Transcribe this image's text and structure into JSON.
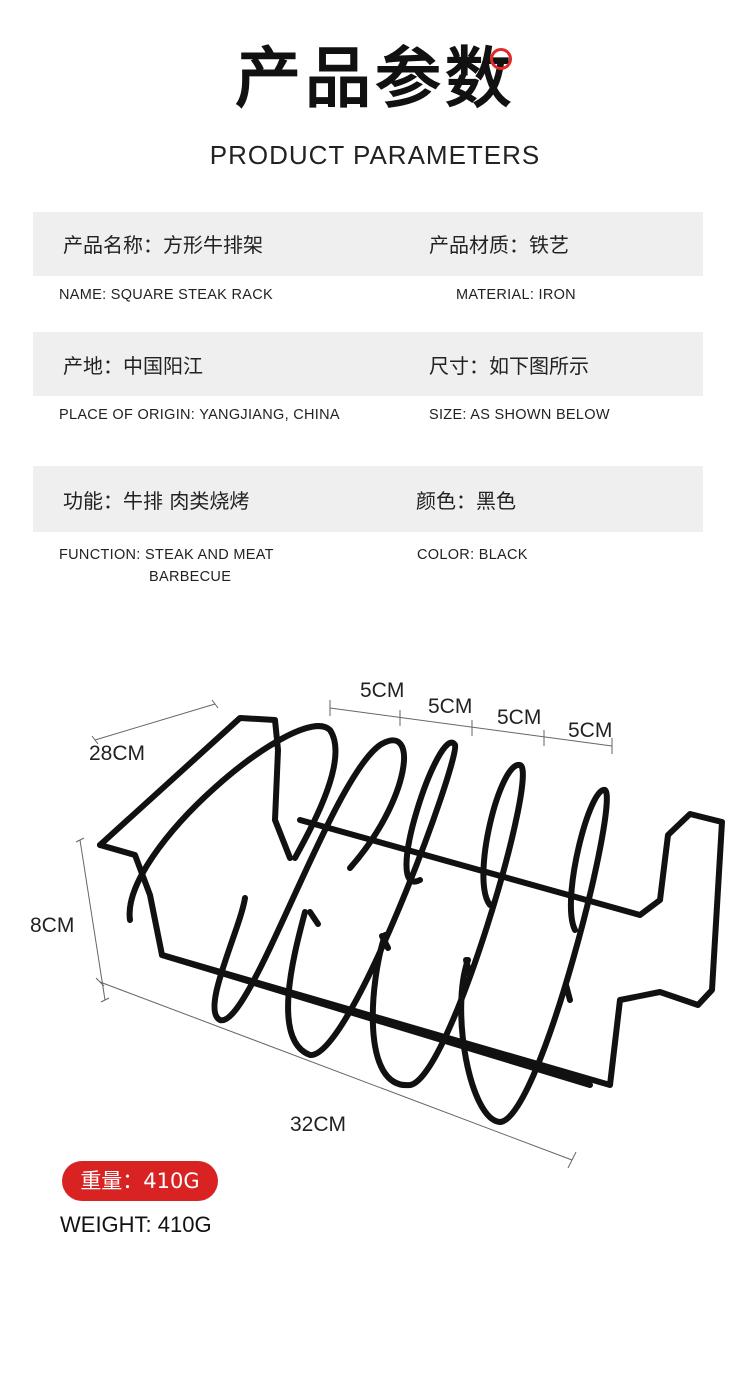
{
  "header": {
    "title_cn": "产品参数",
    "title_en": "PRODUCT PARAMETERS",
    "accent_color": "#e32a2a"
  },
  "params": {
    "name_cn": "产品名称：方形牛排架",
    "name_en": "NAME: SQUARE STEAK RACK",
    "material_cn": "产品材质：铁艺",
    "material_en": "MATERIAL: IRON",
    "origin_cn": "产地：中国阳江",
    "origin_en": "PLACE OF ORIGIN: YANGJIANG, CHINA",
    "size_cn": "尺寸：如下图所示",
    "size_en": "SIZE: AS SHOWN BELOW",
    "function_cn": "功能：牛排  肉类烧烤",
    "function_en_line1": "FUNCTION: STEAK AND MEAT",
    "function_en_line2": "BARBECUE",
    "color_cn": "颜色：黑色",
    "color_en": "COLOR: BLACK",
    "band_color": "#efefef"
  },
  "dimensions": {
    "spacing_1": "5CM",
    "spacing_2": "5CM",
    "spacing_3": "5CM",
    "spacing_4": "5CM",
    "depth": "28CM",
    "height": "8CM",
    "length": "32CM"
  },
  "weight": {
    "cn": "重量：410G",
    "en": "WEIGHT: 410G",
    "pill_color": "#d92222"
  }
}
